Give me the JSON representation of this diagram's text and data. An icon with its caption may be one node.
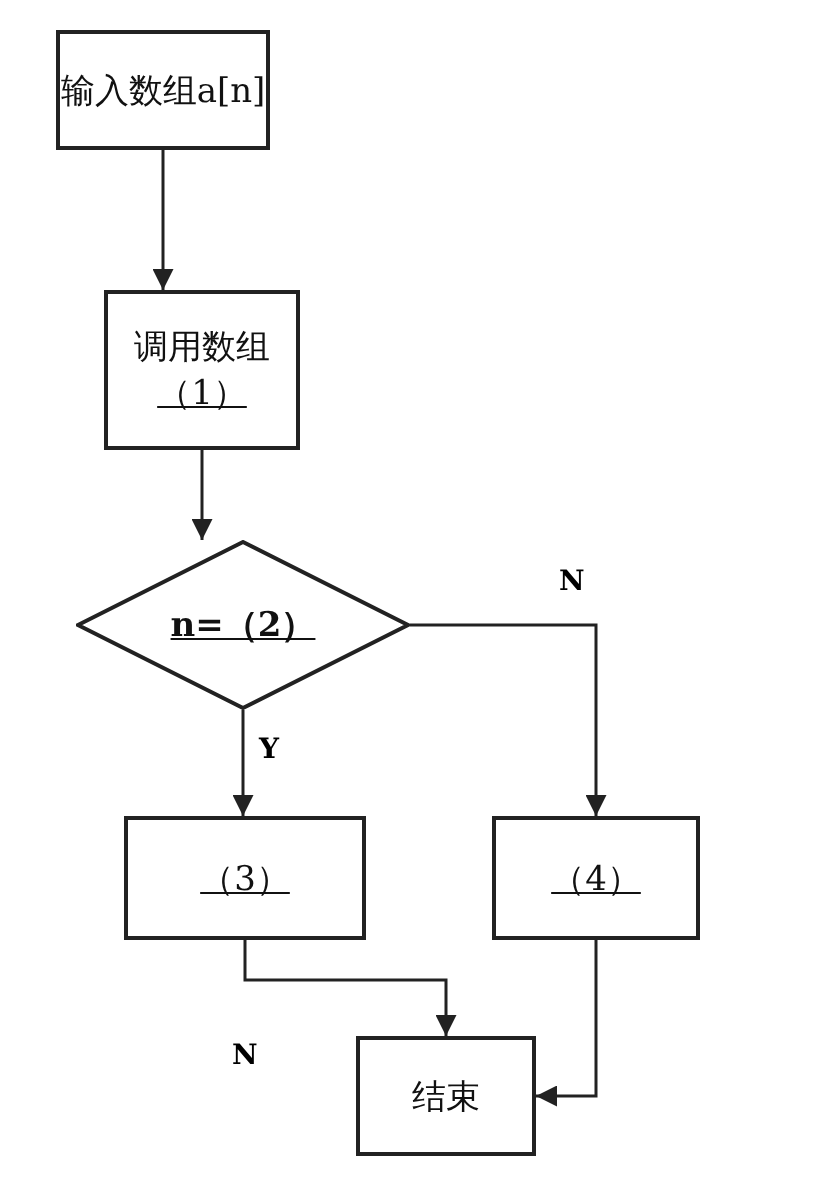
{
  "diagram": {
    "nodes": [
      {
        "text": [
          "输入数组a[n]"
        ]
      },
      {
        "text": [
          "调用数组",
          "（1）"
        ]
      },
      {
        "text": [
          "n=（2）"
        ]
      },
      {
        "text": [
          "（3）"
        ]
      },
      {
        "text": [
          "（4）"
        ]
      },
      {
        "text": [
          "结束"
        ]
      }
    ],
    "edges": [
      {
        "from": 0,
        "to": 1,
        "arrow": "to"
      },
      {
        "from": 1,
        "to": 2,
        "arrow": "to"
      },
      {
        "from": 2,
        "to": 3,
        "arrow": "to",
        "label": "Y"
      },
      {
        "from": 2,
        "to": 4,
        "arrow": "to",
        "label": "N"
      },
      {
        "from": 3,
        "to": 5,
        "arrow": "to"
      },
      {
        "from": 4,
        "to": 5,
        "arrow": "to"
      }
    ],
    "labels": [
      "N"
    ]
  }
}
